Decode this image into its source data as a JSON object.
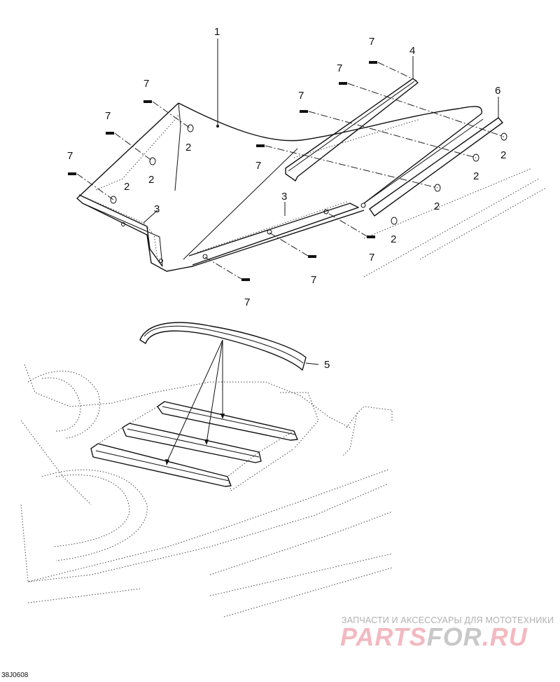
{
  "callouts": {
    "part1": "1",
    "part2": "2",
    "part3": "3",
    "part4": "4",
    "part5": "5",
    "part6": "6",
    "part7": "7"
  },
  "drawing_code": "38J0608",
  "watermark": {
    "tagline": "ЗАПЧАСТИ И АКСЕССУАРЫ ДЛЯ МОТОТЕХНИКИ",
    "logo_left": "PARTS",
    "logo_mid": "FOR",
    "logo_right": ".RU"
  }
}
